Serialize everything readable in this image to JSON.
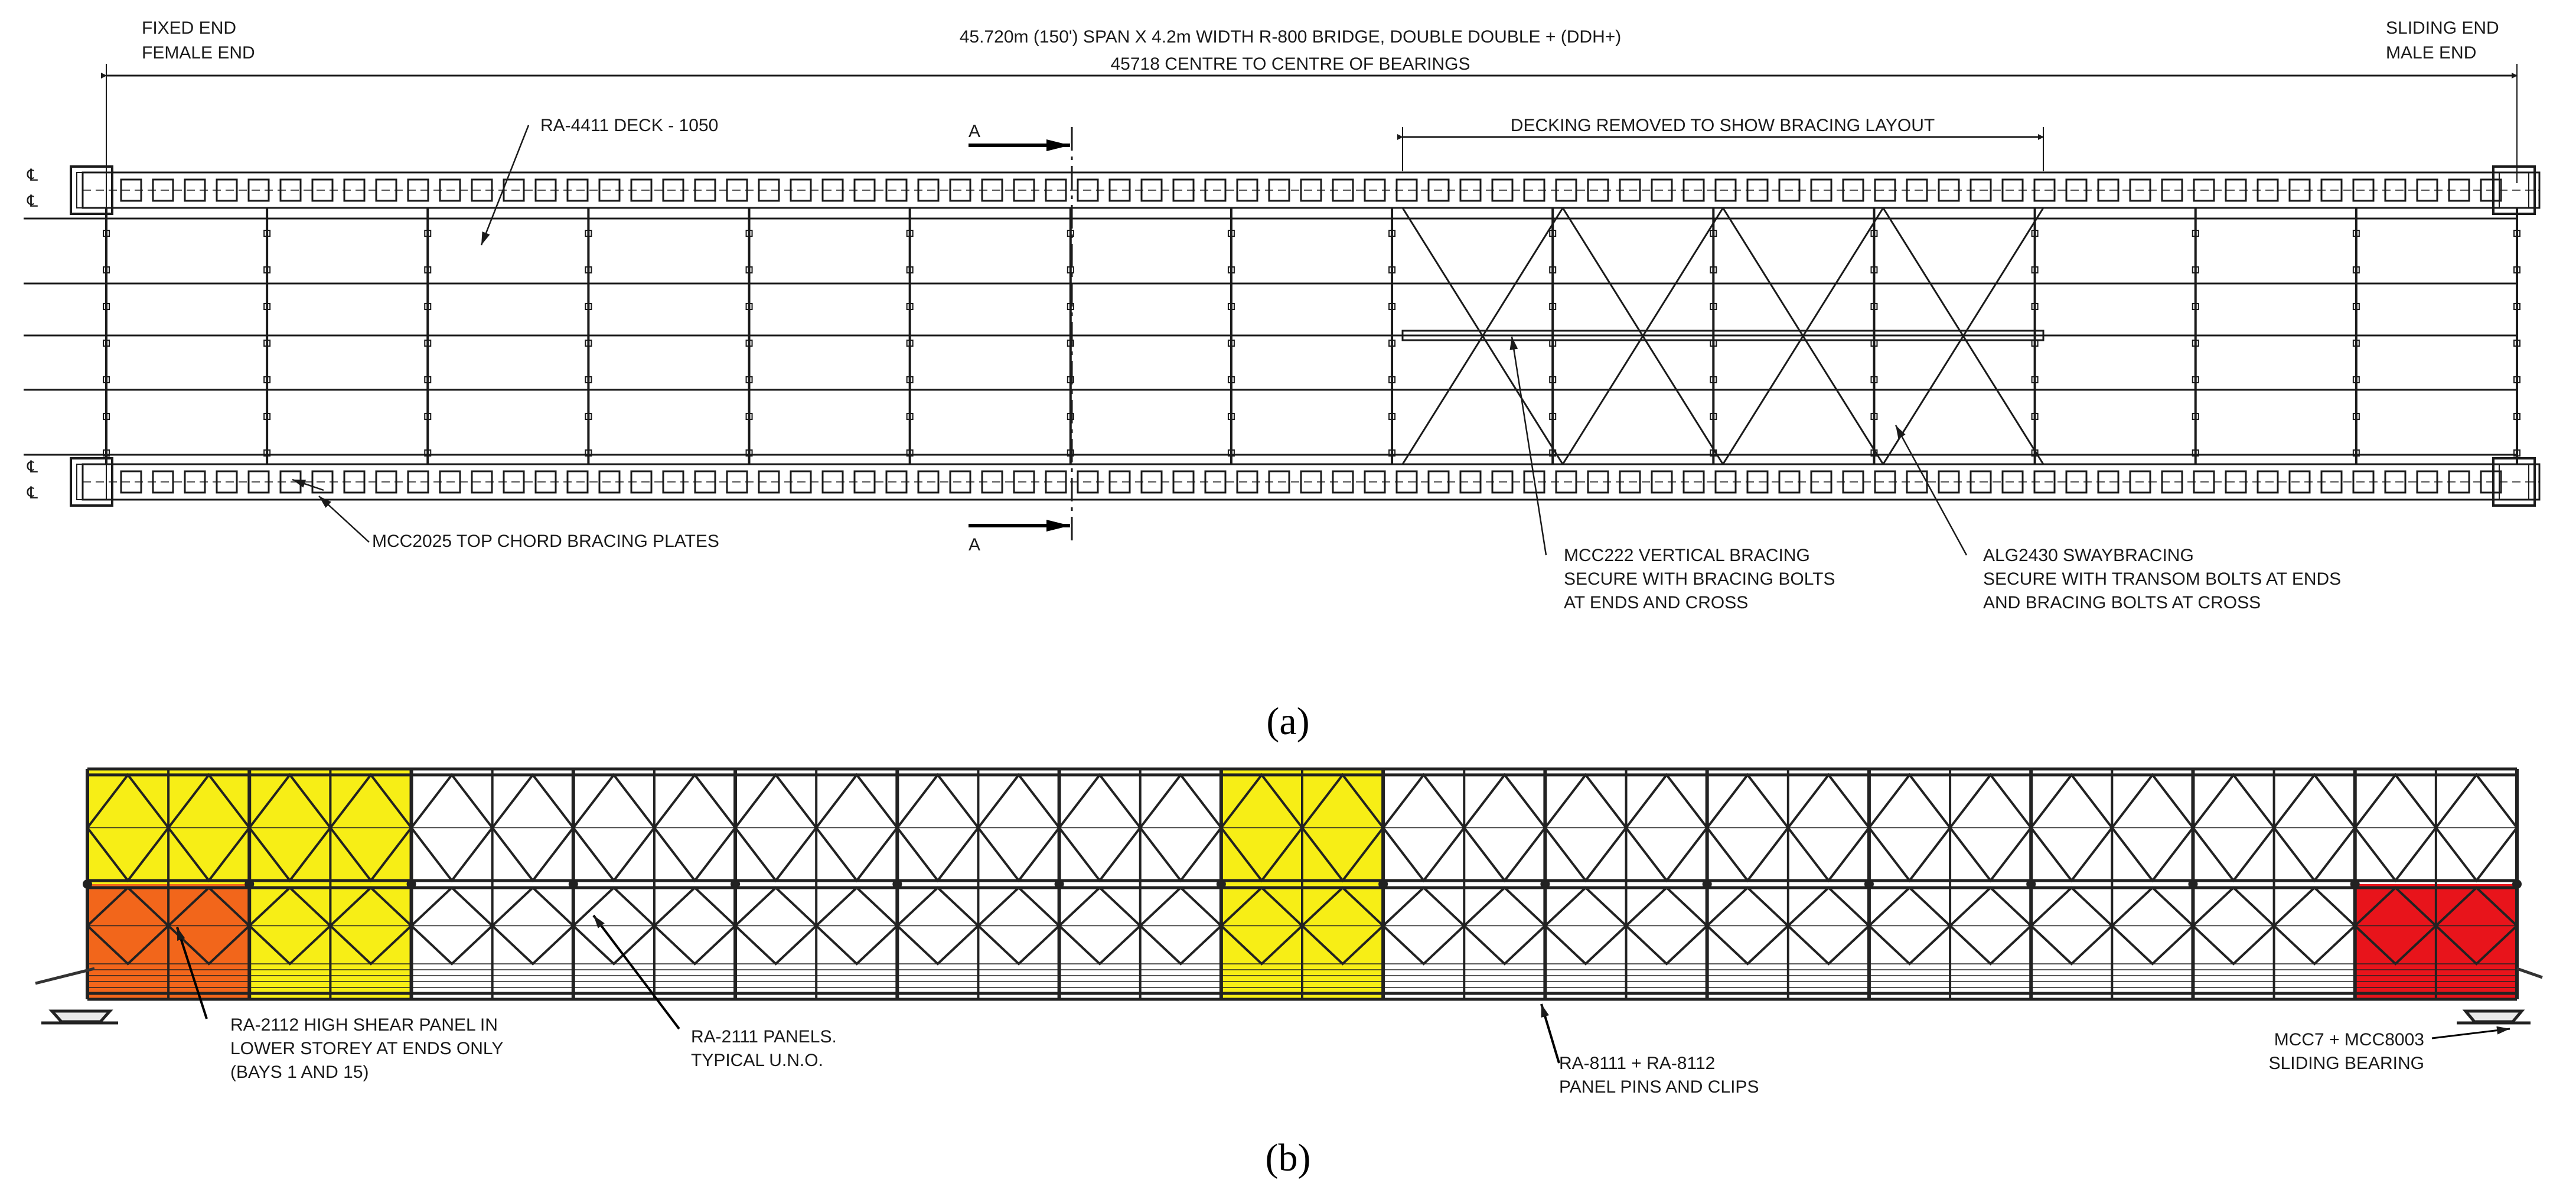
{
  "plan": {
    "left_end": [
      "FIXED END",
      "FEMALE END"
    ],
    "right_end": [
      "SLIDING END",
      "MALE END"
    ],
    "span_title": "45.720m (150') SPAN X 4.2m WIDTH R-800 BRIDGE, DOUBLE DOUBLE + (DDH+)",
    "span_subtitle": "45718 CENTRE TO CENTRE OF BEARINGS",
    "decking_removed": "DECKING REMOVED TO SHOW BRACING LAYOUT",
    "deck_label": "RA-4411 DECK - 1050",
    "top_chord_label": "MCC2025 TOP CHORD BRACING PLATES",
    "section_mark": "A",
    "centreline_mark": "℄",
    "vertical_bracing": [
      "MCC222 VERTICAL BRACING",
      "SECURE WITH BRACING BOLTS",
      "AT ENDS AND CROSS"
    ],
    "sway_bracing": [
      "ALG2430 SWAYBRACING",
      "SECURE WITH TRANSOM BOLTS AT ENDS",
      "AND BRACING BOLTS AT CROSS"
    ],
    "caption": "(a)"
  },
  "elevation": {
    "bays": 15,
    "high_shear_label": [
      "RA-2112 HIGH SHEAR PANEL IN",
      "LOWER STOREY AT ENDS ONLY",
      "(BAYS 1 AND 15)"
    ],
    "panels_label": [
      "RA-2111 PANELS.",
      "TYPICAL U.N.O."
    ],
    "pins_label": [
      "RA-8111 + RA-8112",
      "PANEL PINS AND CLIPS"
    ],
    "bearing_label": [
      "MCC7 + MCC8003",
      "SLIDING BEARING"
    ],
    "caption": "(b)",
    "highlight_colors": {
      "yellow": "#f7ee16",
      "orange": "#f2661b",
      "red": "#e8141b"
    },
    "highlights": [
      {
        "bay": 1,
        "storey": "upper",
        "color": "yellow"
      },
      {
        "bay": 2,
        "storey": "upper",
        "color": "yellow"
      },
      {
        "bay": 1,
        "storey": "lower",
        "color": "orange"
      },
      {
        "bay": 2,
        "storey": "lower",
        "color": "yellow"
      },
      {
        "bay": 8,
        "storey": "upper",
        "color": "yellow"
      },
      {
        "bay": 8,
        "storey": "lower",
        "color": "yellow"
      },
      {
        "bay": 15,
        "storey": "lower",
        "color": "red"
      }
    ]
  }
}
